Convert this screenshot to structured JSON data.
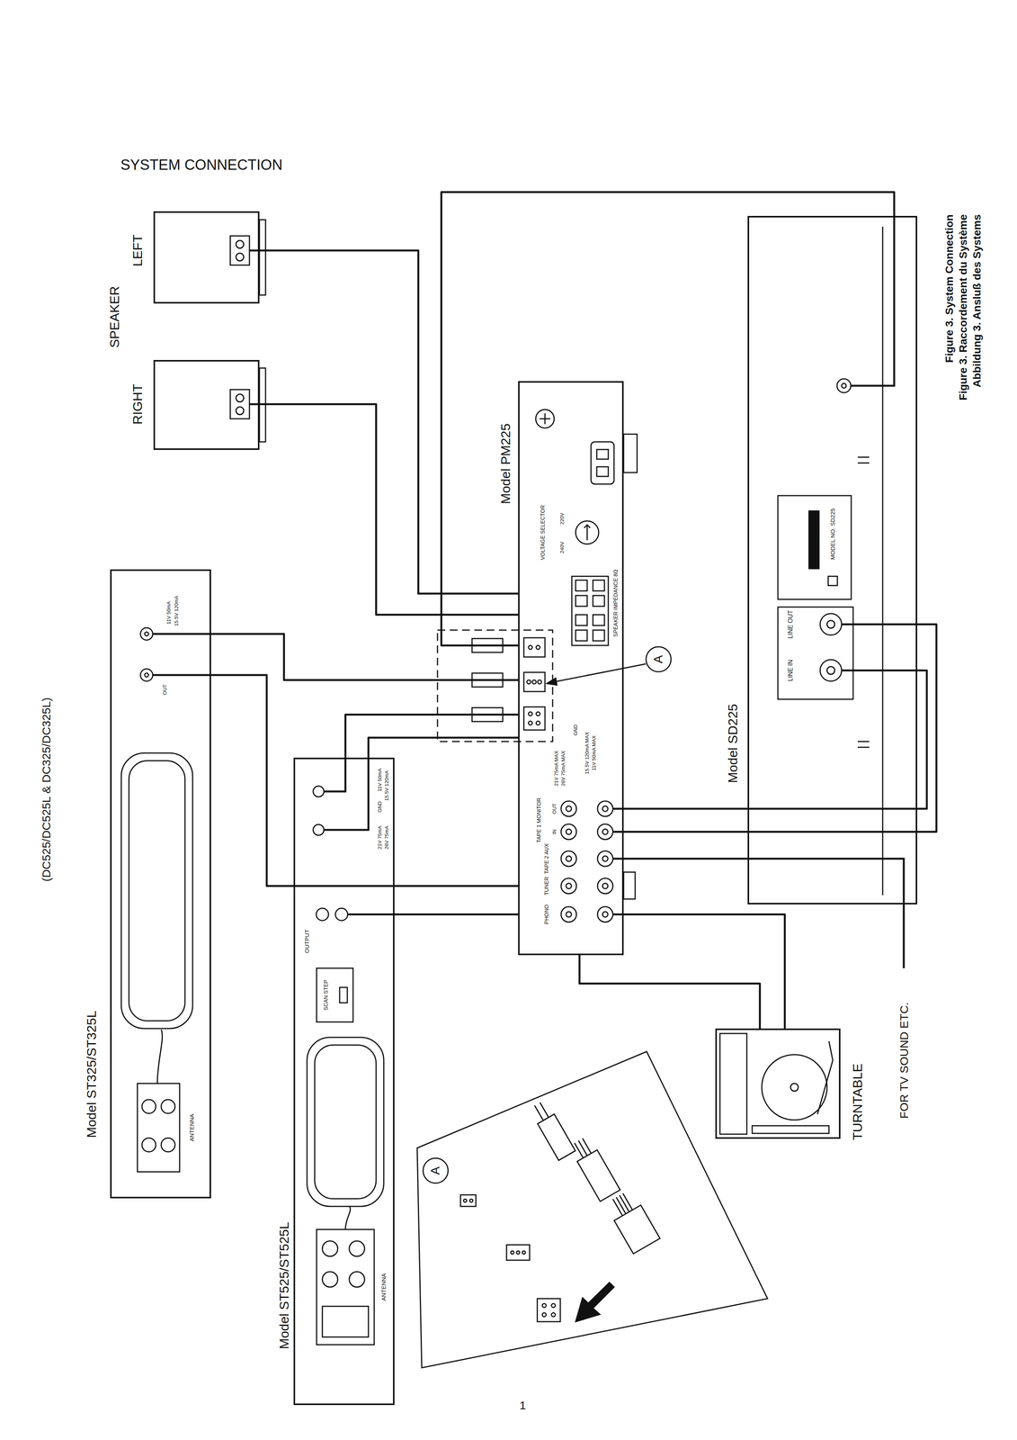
{
  "diagram": {
    "title": "SYSTEM CONNECTION",
    "caption": "Figure 3. System Connection",
    "nodes": [
      {
        "text": [
          "LEFT"
        ]
      },
      {
        "text": [
          "RIGHT"
        ]
      },
      {
        "text": [
          "Model ST325/ST325L"
        ]
      },
      {
        "text": [
          "Model ST525/ST525L"
        ]
      },
      {
        "text": [
          "Model PM225"
        ]
      },
      {
        "text": [
          "Model SD225"
        ]
      },
      {
        "text": [
          "TURNTABLE"
        ]
      },
      {
        "text": [
          "A"
        ]
      },
      {
        "text": [
          "A"
        ]
      }
    ],
    "edges": [
      {
        "from": 0,
        "to": 4,
        "arrow": "none"
      },
      {
        "from": 1,
        "to": 4,
        "arrow": "none"
      },
      {
        "from": 5,
        "to": 4,
        "arrow": "none"
      },
      {
        "from": 2,
        "to": 4,
        "arrow": "none"
      },
      {
        "from": 3,
        "to": 4,
        "arrow": "none"
      },
      {
        "from": 3,
        "to": 4,
        "arrow": "none"
      },
      {
        "from": 2,
        "to": 4,
        "arrow": "none"
      },
      {
        "from": 3,
        "to": 4,
        "arrow": "none"
      },
      {
        "from": 5,
        "to": 4,
        "arrow": "none"
      },
      {
        "from": 5,
        "to": 4,
        "arrow": "none"
      },
      {
        "from": 6,
        "to": 4,
        "arrow": "none"
      },
      {
        "from": 6,
        "to": 4,
        "arrow": "none"
      }
    ],
    "labels": [
      "SPEAKER",
      "(DC525/DC525L & DC325/DC325L)",
      "FOR TV SOUND ETC.",
      "Figure 3. Raccordement du Système",
      "Abbildung 3. Ansluß des Systems",
      "1",
      "VOLTAGE SELECTOR",
      "220V",
      "240V",
      "SPEAKER IMPEDANCE 8Ω",
      "21V 75mA MAX",
      "26V 75mA MAX",
      "GND",
      "15.5V 120mA MAX",
      "11V 50mA MAX",
      "TAPE 1 MONITOR",
      "OUT",
      "IN",
      "TAPE 2 AUX",
      "TUNER",
      "PHONO",
      "MODEL NO. SD225",
      "LINE OUT",
      "LINE IN",
      "11V 50mA",
      "15.5V 120mA",
      "OUT",
      "ANTENNA",
      "11V 50mA",
      "15.5V 120mA",
      "GND",
      "21V 75mA",
      "26V 75mA",
      "OUTPUT",
      "SCAN STEP",
      "ANTENNA"
    ]
  }
}
